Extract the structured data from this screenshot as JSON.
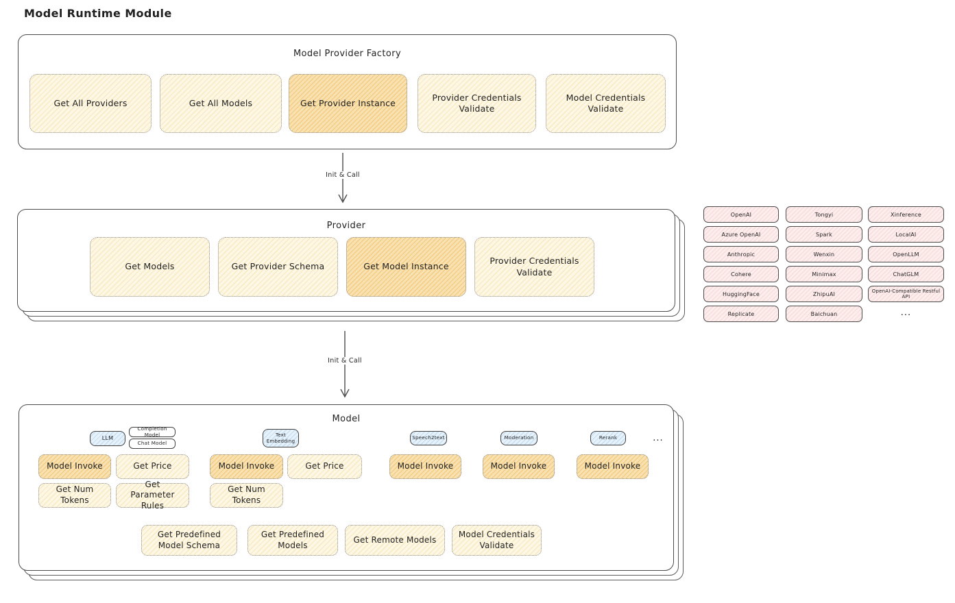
{
  "title": "Model Runtime Module",
  "arrows": {
    "init_call_1": "Init & Call",
    "init_call_2": "Init & Call"
  },
  "factory": {
    "title": "Model Provider Factory",
    "items": [
      {
        "label": "Get All Providers",
        "highlighted": false
      },
      {
        "label": "Get All Models",
        "highlighted": false
      },
      {
        "label": "Get Provider Instance",
        "highlighted": true
      },
      {
        "label": "Provider Credentials Validate",
        "highlighted": false
      },
      {
        "label": "Model Credentials Validate",
        "highlighted": false
      }
    ]
  },
  "provider": {
    "title": "Provider",
    "items": [
      {
        "label": "Get Models",
        "highlighted": false
      },
      {
        "label": "Get Provider Schema",
        "highlighted": false
      },
      {
        "label": "Get Model Instance",
        "highlighted": true
      },
      {
        "label": "Provider Credentials Validate",
        "highlighted": false
      }
    ]
  },
  "provider_list": {
    "col1": [
      "OpenAI",
      "Azure OpenAI",
      "Anthropic",
      "Cohere",
      "HuggingFace",
      "Replicate"
    ],
    "col2": [
      "Tongyi",
      "Spark",
      "Wenxin",
      "Minimax",
      "ZhipuAI",
      "Baichuan"
    ],
    "col3": [
      "Xinference",
      "LocalAI",
      "OpenLLM",
      "ChatGLM",
      "OpenAI-Compatible Restful API"
    ],
    "more": "..."
  },
  "model": {
    "title": "Model",
    "tags": {
      "llm": "LLM",
      "completion_model": "Completion Model",
      "chat_model": "Chat Model",
      "text_embedding": "Text Embedding",
      "speech2text": "Speech2text",
      "moderation": "Moderation",
      "rerank": "Rerank",
      "more": "..."
    },
    "ops": {
      "model_invoke": "Model Invoke",
      "get_price": "Get Price",
      "get_num_tokens": "Get Num Tokens",
      "get_parameter_rules": "Get Parameter Rules",
      "get_predefined_model_schema": "Get Predefined Model Schema",
      "get_predefined_models": "Get Predefined Models",
      "get_remote_models": "Get Remote Models",
      "model_credentials_validate": "Model Credentials Validate"
    }
  },
  "colors": {
    "soft_yellow": "#fdf8e6",
    "highlight_orange": "#f6ddae",
    "tag_blue": "#e7f2fb",
    "provider_pink": "#fdeeee",
    "stroke_dark": "#3f3f3f"
  }
}
